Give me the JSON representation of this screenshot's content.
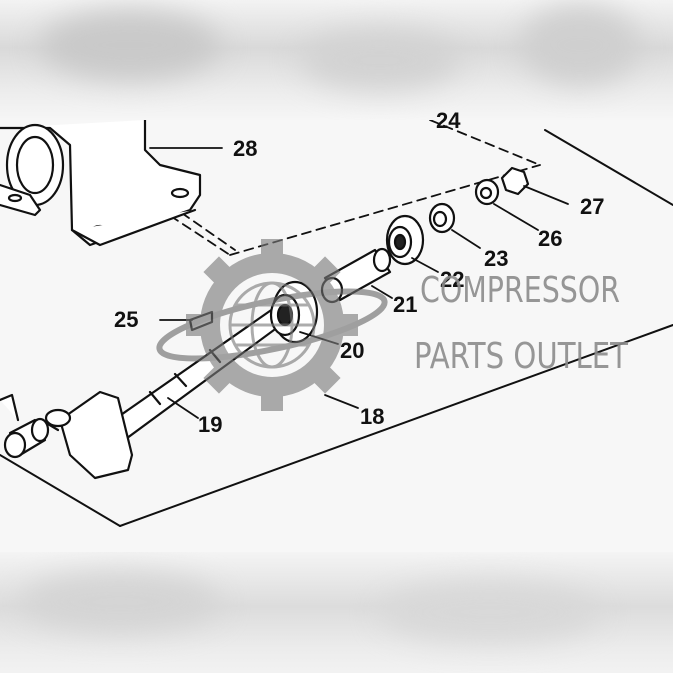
{
  "callouts": [
    "28",
    "27",
    "26",
    "23",
    "22",
    "21",
    "25",
    "20",
    "19",
    "18",
    "24"
  ],
  "watermark": {
    "line1": "COMPRESSOR",
    "line2": "PARTS OUTLET",
    "color": "#8c8c8c",
    "logo_icon": "gear-globe-icon"
  }
}
